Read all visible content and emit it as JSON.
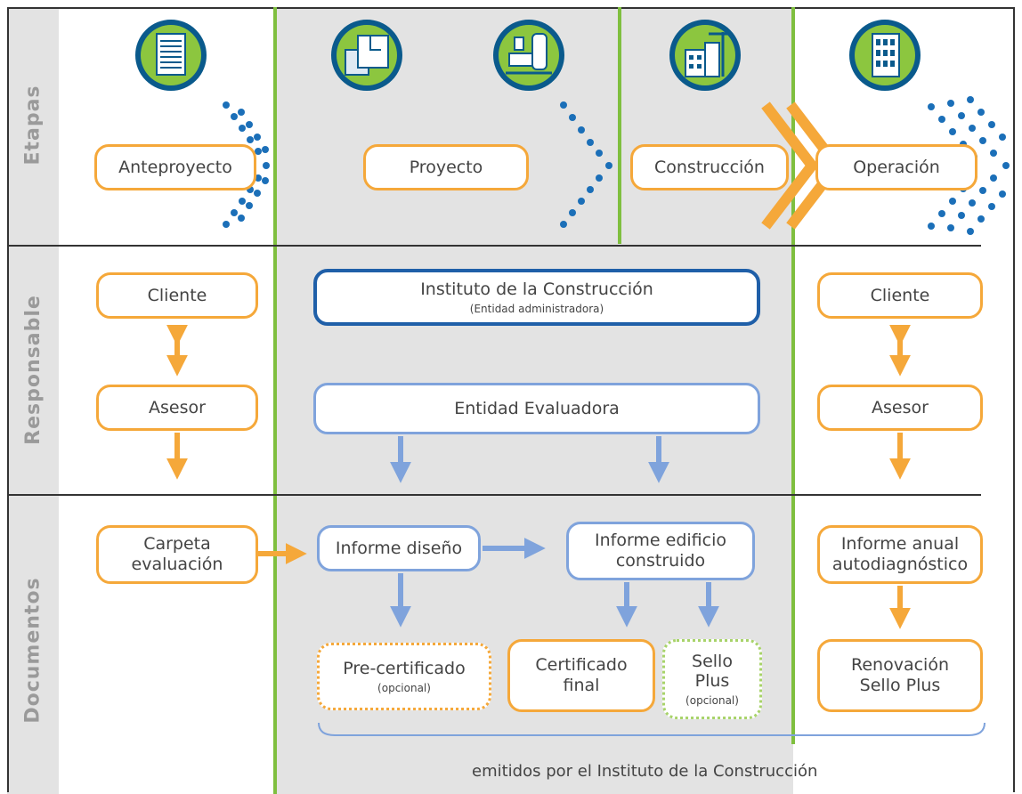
{
  "row_labels": {
    "etapas": "Etapas",
    "responsable": "Responsable",
    "documentos": "Documentos"
  },
  "etapas": {
    "anteproyecto": "Anteproyecto",
    "proyecto": "Proyecto",
    "construccion": "Construcción",
    "operacion": "Operación"
  },
  "responsable": {
    "cliente_left": "Cliente",
    "asesor_left": "Asesor",
    "instituto": "Instituto de la Construcción",
    "instituto_sub": "(Entidad administradora)",
    "entidad_evaluadora": "Entidad Evaluadora",
    "cliente_right": "Cliente",
    "asesor_right": "Asesor"
  },
  "documentos": {
    "carpeta_line1": "Carpeta",
    "carpeta_line2": "evaluación",
    "informe_diseno": "Informe diseño",
    "informe_edificio_line1": "Informe edificio",
    "informe_edificio_line2": "construido",
    "informe_anual_line1": "Informe anual",
    "informe_anual_line2": "autodiagnóstico",
    "precertificado": "Pre-certificado",
    "precertificado_sub": "(opcional)",
    "certificado_line1": "Certificado",
    "certificado_line2": "final",
    "sello_line1": "Sello",
    "sello_line2": "Plus",
    "sello_sub": "(opcional)",
    "renovacion_line1": "Renovación",
    "renovacion_line2": "Sello Plus"
  },
  "footer": "emitidos por el Instituto de la Construcción",
  "icons": [
    "document-icon",
    "floorplan-icon",
    "machinery-icon",
    "crane-building-icon",
    "building-icon"
  ],
  "colors": {
    "orange": "#f5a83a",
    "light_blue": "#7fa3dc",
    "dark_blue": "#1f5fa8",
    "green": "#7fbf3f",
    "gray_band": "#e3e3e3",
    "dots": "#1b6fb8"
  }
}
